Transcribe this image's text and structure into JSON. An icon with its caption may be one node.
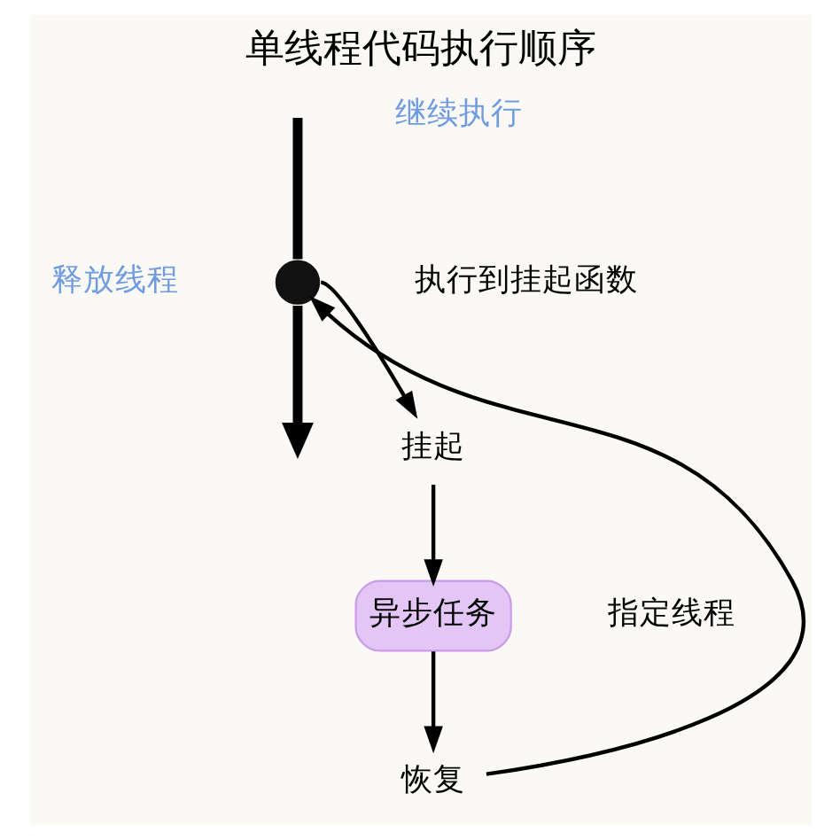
{
  "diagram": {
    "title": "单线程代码执行顺序",
    "nodes": [
      {
        "text": [],
        "shape": "circle",
        "beside": [
          "执行到挂起函数"
        ]
      },
      {
        "text": [
          "挂起"
        ]
      },
      {
        "text": [
          "异步任务"
        ],
        "beside": [
          "指定线程"
        ]
      },
      {
        "text": [
          "恢复"
        ]
      }
    ],
    "edges": [
      {
        "from": null,
        "to": 0,
        "arrow": "none",
        "style": "thick"
      },
      {
        "from": 0,
        "to": null,
        "arrow": "to",
        "style": "thick"
      },
      {
        "from": 0,
        "to": 1,
        "arrow": "to"
      },
      {
        "from": 1,
        "to": 2,
        "arrow": "to"
      },
      {
        "from": 2,
        "to": 3,
        "arrow": "to"
      },
      {
        "from": 3,
        "to": 0,
        "arrow": "to"
      }
    ],
    "labels": [
      "释放线程",
      "继续执行"
    ]
  }
}
